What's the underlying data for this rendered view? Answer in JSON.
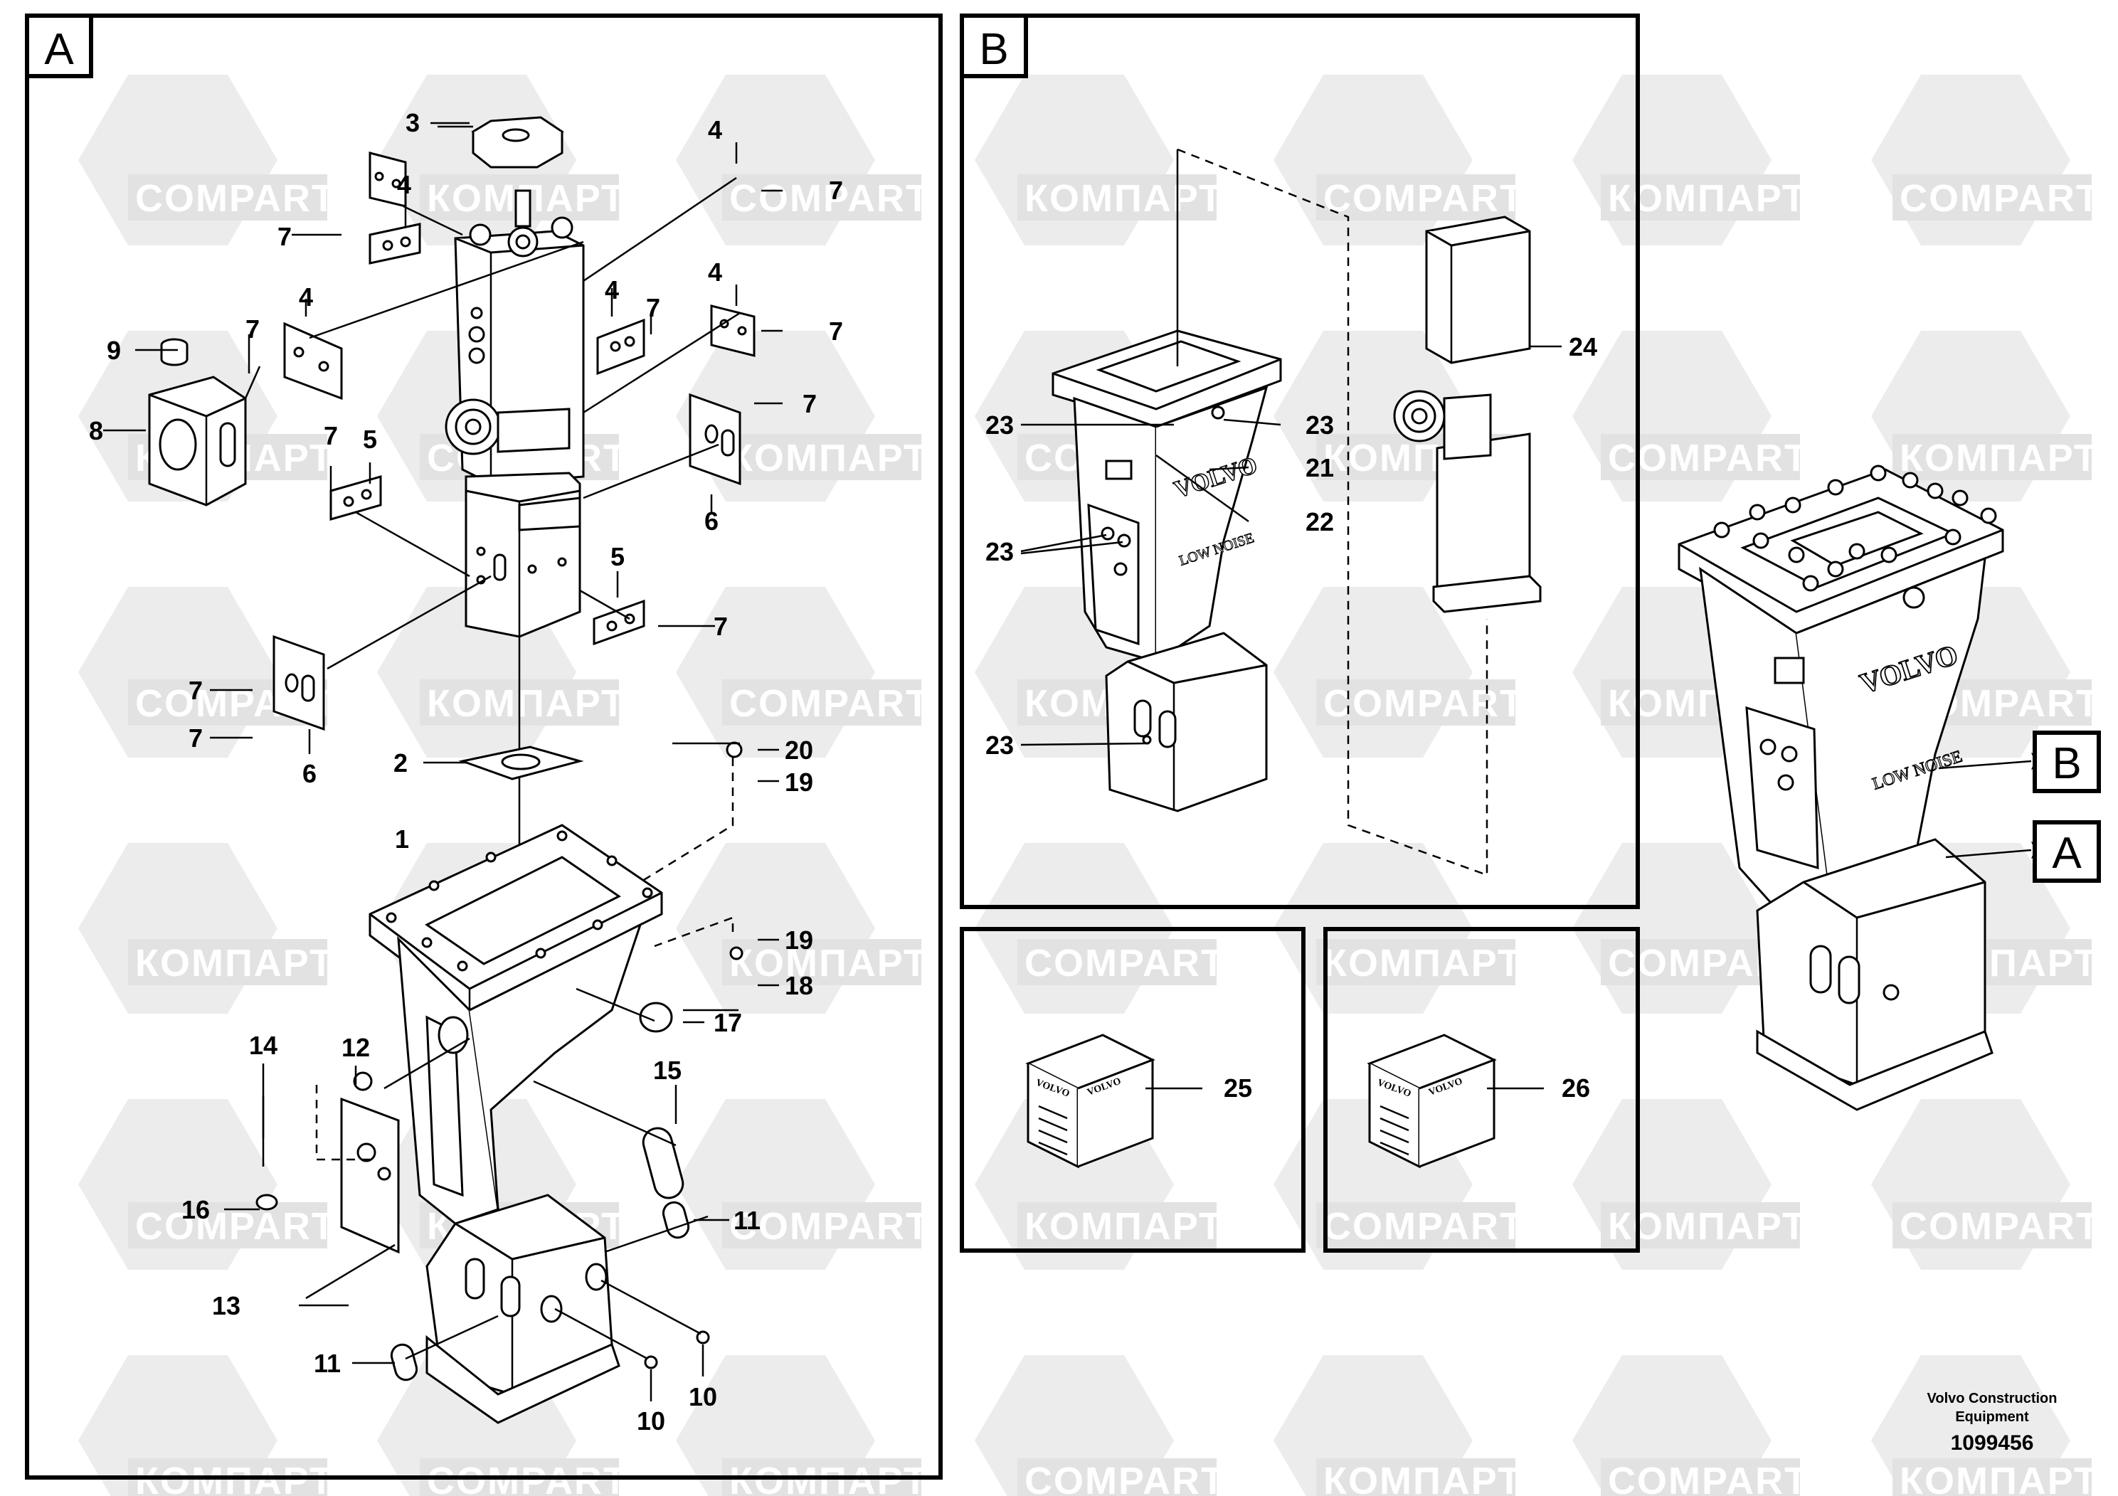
{
  "panels": {
    "A": {
      "label": "A"
    },
    "B": {
      "label": "B"
    }
  },
  "watermarks": {
    "latin": "COMPART",
    "cyrillic": "КОМПАРТ"
  },
  "brand_text": {
    "volvo": "VOLVO",
    "low_noise": "LOW NOISE"
  },
  "callouts_a": {
    "c1": "1",
    "c2": "2",
    "c3": "3",
    "c4a": "4",
    "c4b": "4",
    "c4c": "4",
    "c4d": "4",
    "c4e": "4",
    "c5a": "5",
    "c5b": "5",
    "c6a": "6",
    "c6b": "6",
    "c7a": "7",
    "c7b": "7",
    "c7c": "7",
    "c7d": "7",
    "c7e": "7",
    "c7f": "7",
    "c7g": "7",
    "c7h": "7",
    "c7i": "7",
    "c7j": "7",
    "c8": "8",
    "c9": "9",
    "c10a": "10",
    "c10b": "10",
    "c11a": "11",
    "c11b": "11",
    "c12": "12",
    "c13": "13",
    "c14": "14",
    "c15": "15",
    "c16": "16",
    "c17": "17",
    "c18": "18",
    "c19a": "19",
    "c19b": "19",
    "c20": "20"
  },
  "callouts_b": {
    "c21": "21",
    "c22": "22",
    "c23a": "23",
    "c23b": "23",
    "c23c": "23",
    "c23d": "23",
    "c24": "24",
    "c25": "25",
    "c26": "26"
  },
  "overview_callouts": {
    "a": "A",
    "b": "B"
  },
  "footer": {
    "company_line1": "Volvo Construction",
    "company_line2": "Equipment",
    "drawing_number": "1099456"
  }
}
